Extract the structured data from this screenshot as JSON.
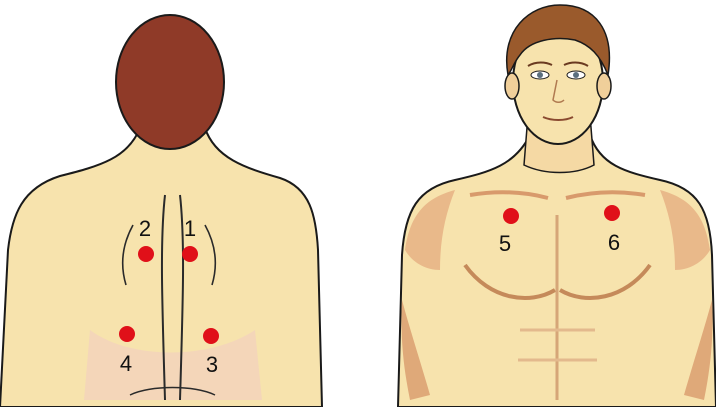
{
  "colors": {
    "skin": "#f7e3ad",
    "skin_shadow": "#e9b98a",
    "skin_deep": "#d89a6c",
    "hair": "#8f3a28",
    "hair_front": "#9a5a2c",
    "outline": "#1a1a1a",
    "marker": "#e01019"
  },
  "back_figure": {
    "markers": [
      {
        "label": "1"
      },
      {
        "label": "2"
      },
      {
        "label": "3"
      },
      {
        "label": "4"
      }
    ]
  },
  "front_figure": {
    "markers": [
      {
        "label": "5"
      },
      {
        "label": "6"
      }
    ]
  }
}
